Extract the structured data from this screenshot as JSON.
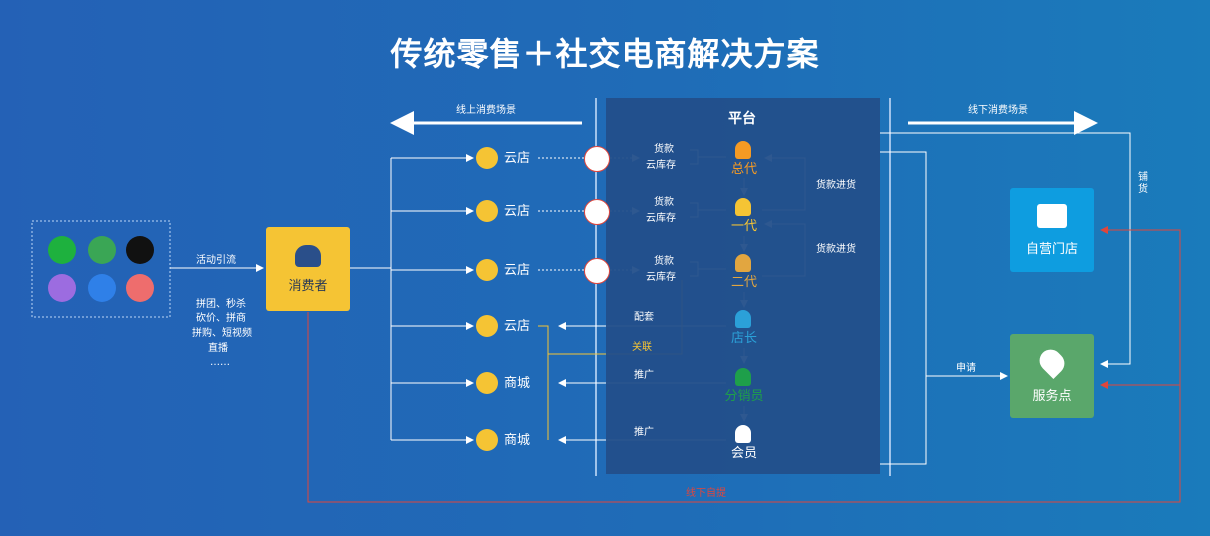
{
  "title": "传统零售＋社交电商解决方案",
  "online_scene": "线上消费场景",
  "offline_scene": "线下消费场景",
  "platform": "平台",
  "channel_source": "活动引流",
  "consumer": "消费者",
  "marketing_lines": [
    "拼团、秒杀",
    "砍价、拼商",
    "拼购、短视频",
    "直播",
    "……"
  ],
  "stores": [
    "云店",
    "云店",
    "云店",
    "云店",
    "商城",
    "商城"
  ],
  "payment_label": "货款",
  "stock_label": "云库存",
  "roles": [
    "总代",
    "一代",
    "二代",
    "店长",
    "分销员",
    "会员"
  ],
  "pay_stock_label": "货款进货",
  "peihuo": "配套",
  "guanlian": "关联",
  "tuiguang": "推广",
  "apply": "申请",
  "puhuo": "铺货",
  "self_store": "自营门店",
  "service_point": "服务点",
  "offline_pickup": "线下自提",
  "colors": {
    "yellow": "#f5c434",
    "orange": "#f59a23",
    "green": "#1e9f4a",
    "teal": "#2ba0d8",
    "red": "#e0463c",
    "store_blue": "#0e9de0",
    "service_green": "#5aa76b"
  }
}
